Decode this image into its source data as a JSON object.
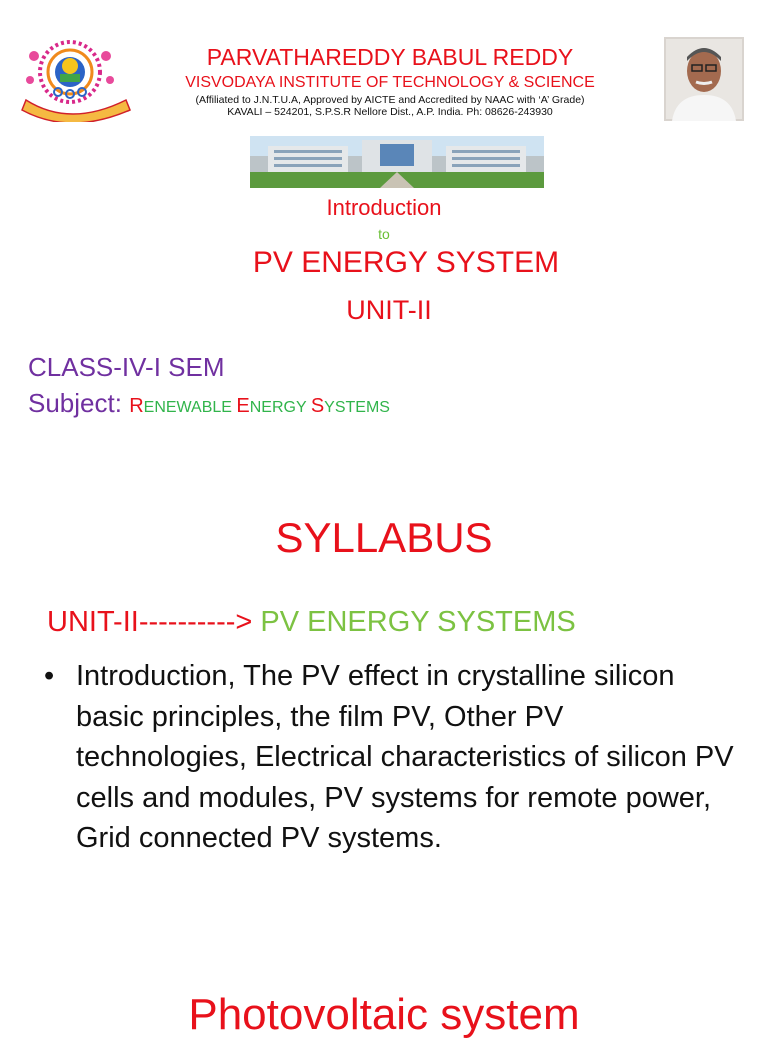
{
  "header": {
    "institution_name": "PARVATHAREDDY BABUL REDDY",
    "institution_subtitle": "VISVODAYA INSTITUTE OF TECHNOLOGY & SCIENCE",
    "affiliation": "(Affiliated to J.N.T.U.A, Approved by AICTE and Accredited by NAAC with ‘A’ Grade)",
    "address": "KAVALI – 524201, S.P.S.R Nellore Dist., A.P. India.  Ph: 08626-243930"
  },
  "title_block": {
    "intro": "Introduction",
    "to": "to",
    "topic": "PV ENERGY SYSTEM",
    "unit": "UNIT-II"
  },
  "class_info": {
    "class_label": "CLASS-IV-I SEM",
    "subject_label": "Subject:",
    "subject_letters": [
      "R",
      "ENEWABLE ",
      "E",
      "NERGY ",
      "S",
      "YSTEMS"
    ]
  },
  "syllabus": {
    "heading": "SYLLABUS",
    "unit_label": "UNIT-II---------->",
    "unit_topic": "PV ENERGY SYSTEMS",
    "bullet_symbol": "•",
    "bullet_text": "Introduction, The PV effect in crystalline silicon basic principles, the film PV, Other PV technologies, Electrical characteristics of silicon PV cells and modules, PV systems for remote power, Grid connected PV systems."
  },
  "next_section": {
    "heading": "Photovoltaic system"
  },
  "colors": {
    "red": "#e8111b",
    "purple": "#7030a0",
    "green": "#31b44b",
    "light_green": "#7cc242"
  },
  "icons": {
    "logo": "institute-emblem",
    "portrait": "founder-photo",
    "campus": "campus-building-photo"
  }
}
